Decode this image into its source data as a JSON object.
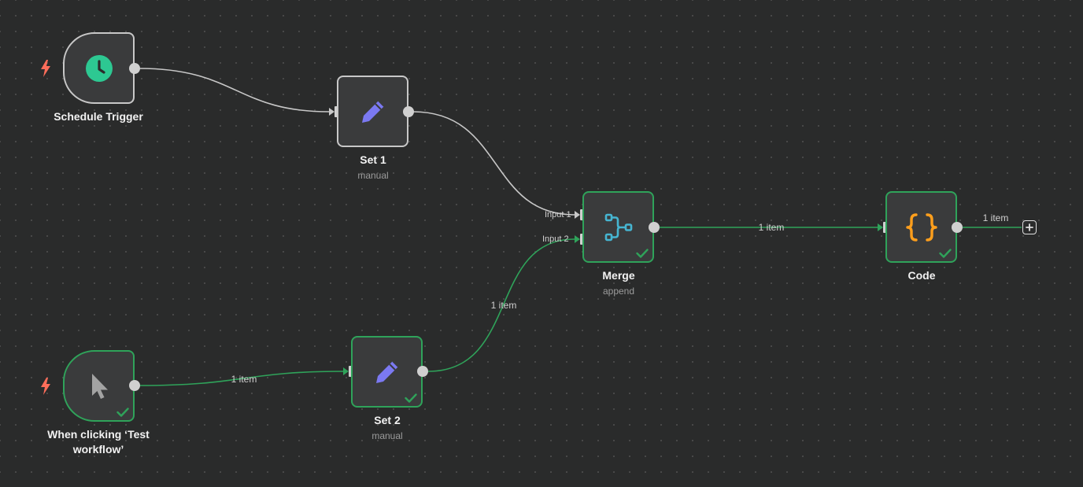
{
  "colors": {
    "canvas_bg": "#2a2b2b",
    "node_bg": "#3a3b3c",
    "success": "#2fa35a",
    "default_border": "#c8c8c8",
    "trigger_bolt": "#ff6d5a",
    "clock_green": "#2dc892",
    "pencil_purple": "#7b79f2",
    "merge_teal": "#46b5d1",
    "code_orange": "#ff9f1c"
  },
  "nodes": {
    "schedule_trigger": {
      "label": "Schedule Trigger",
      "icon": "clock-icon"
    },
    "set1": {
      "label": "Set 1",
      "subtitle": "manual",
      "icon": "pencil-icon"
    },
    "merge": {
      "label": "Merge",
      "subtitle": "append",
      "icon": "merge-icon",
      "inputs": [
        "Input 1",
        "Input 2"
      ]
    },
    "code": {
      "label": "Code",
      "icon": "code-braces-icon"
    },
    "manual_trigger": {
      "label_line1": "When clicking ‘Test",
      "label_line2": "workflow’",
      "icon": "cursor-icon"
    },
    "set2": {
      "label": "Set 2",
      "subtitle": "manual",
      "icon": "pencil-icon"
    }
  },
  "edges": {
    "manual_to_set2": "1 item",
    "set2_to_merge": "1 item",
    "merge_to_code": "1 item",
    "code_output": "1 item"
  }
}
